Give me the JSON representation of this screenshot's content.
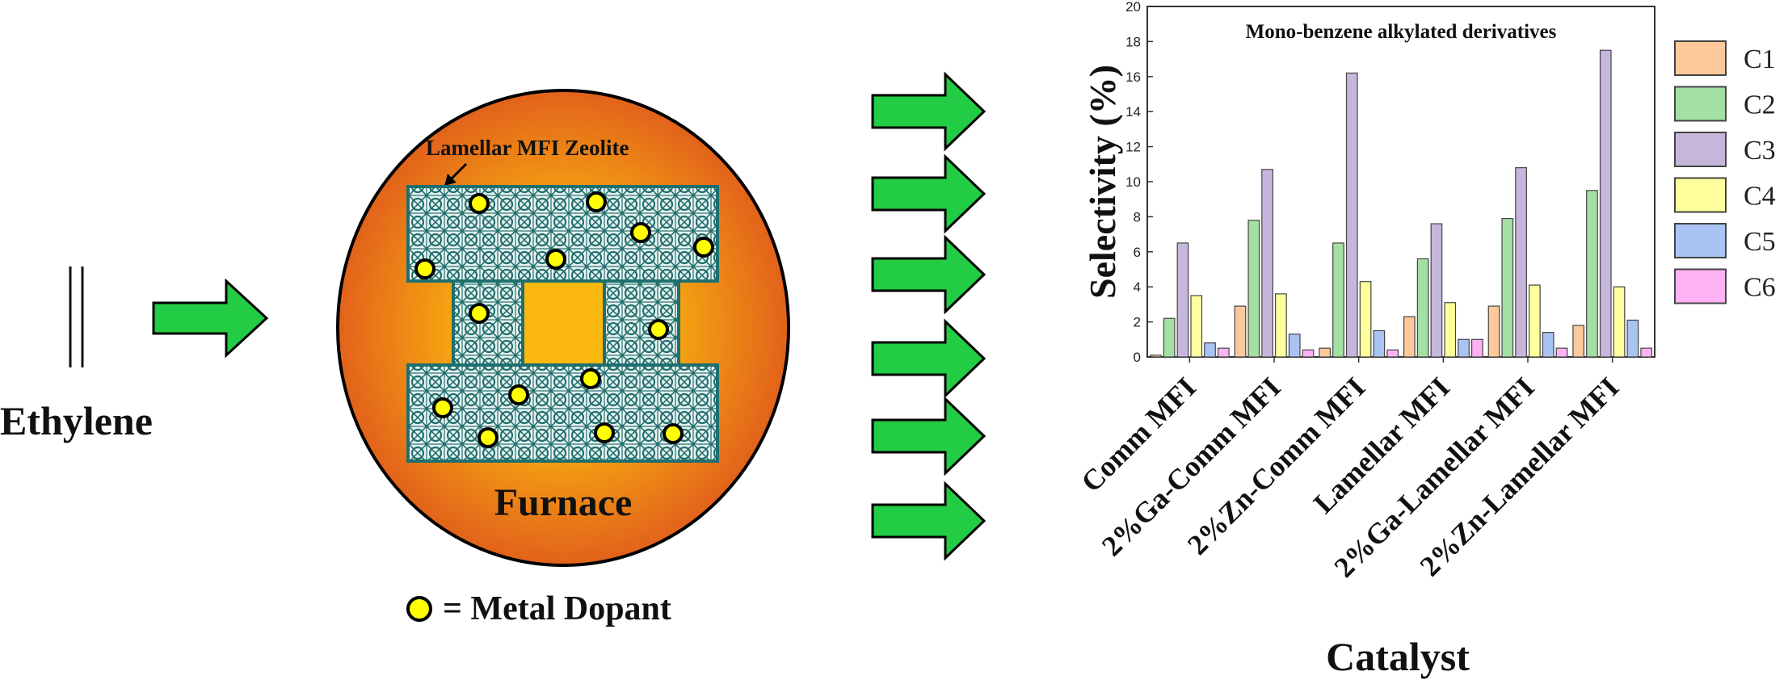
{
  "schematic": {
    "reactant_label": "Ethylene",
    "zeolite_label": "Lamellar MFI Zeolite",
    "furnace_label": "Furnace",
    "dopant_legend": "= Metal Dopant",
    "colors": {
      "arrow_fill": "#22cc44",
      "furnace_outer": "#e2621b",
      "furnace_inner": "#fbb80e",
      "zeolite_fill": "#1f6f6f",
      "dopant_fill": "#ffff00"
    }
  },
  "chart_data": {
    "type": "bar",
    "title": "Mono-benzene alkylated derivatives",
    "xlabel": "Catalyst",
    "ylabel": "Selectivity (%)",
    "ylim": [
      0,
      20
    ],
    "yticks": [
      0,
      2,
      4,
      6,
      8,
      10,
      12,
      14,
      16,
      18,
      20
    ],
    "grid": false,
    "legend_position": "right",
    "categories": [
      "Comm MFI",
      "2%Ga-Comm MFI",
      "2%Zn-Comm MFI",
      "Lamellar MFI",
      "2%Ga-Lamellar MFI",
      "2%Zn-Lamellar MFI"
    ],
    "series": [
      {
        "name": "C1",
        "color": "#fdc99a",
        "values": [
          0.1,
          2.9,
          0.5,
          2.3,
          2.9,
          1.8
        ]
      },
      {
        "name": "C2",
        "color": "#a4dfa4",
        "values": [
          2.2,
          7.8,
          6.5,
          5.6,
          7.9,
          9.5
        ]
      },
      {
        "name": "C3",
        "color": "#c7b6dc",
        "values": [
          6.5,
          10.7,
          16.2,
          7.6,
          10.8,
          17.5
        ]
      },
      {
        "name": "C4",
        "color": "#ffff9e",
        "values": [
          3.5,
          3.6,
          4.3,
          3.1,
          4.1,
          4.0
        ]
      },
      {
        "name": "C5",
        "color": "#a9c4f3",
        "values": [
          0.8,
          1.3,
          1.5,
          1.0,
          1.4,
          2.1
        ]
      },
      {
        "name": "C6",
        "color": "#feb2f4",
        "values": [
          0.5,
          0.4,
          0.4,
          1.0,
          0.5,
          0.5
        ]
      }
    ]
  }
}
